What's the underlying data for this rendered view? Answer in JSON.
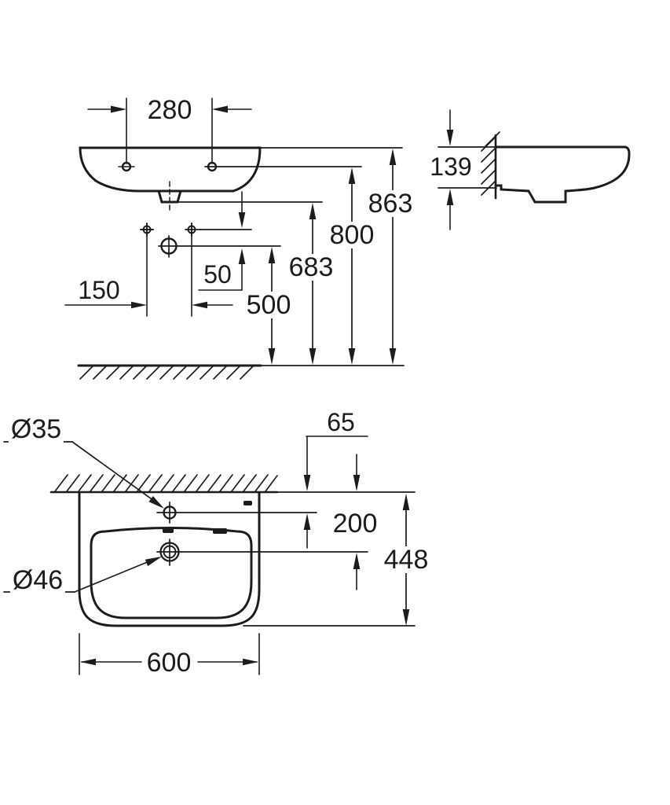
{
  "drawing_title": "wall-hung washbasin dimension drawing",
  "colors": {
    "line": "#1c1c1c",
    "background": "#ffffff"
  },
  "front_view": {
    "dim_tap_hole_spacing": "280",
    "dim_height_rim": "863",
    "dim_height_tap_holes": "800",
    "dim_height_underside": "683",
    "dim_height_trap": "500",
    "dim_fixing_spacing": "150",
    "dim_offset_supply_trap": "50"
  },
  "side_view": {
    "dim_wall_depth": "139"
  },
  "plan_view": {
    "dia_tap_hole": "Ø35",
    "dia_drain_hole": "Ø46",
    "dim_tap_from_wall": "65",
    "dim_drain_from_wall": "200",
    "dim_total_depth": "448",
    "dim_total_width": "600"
  }
}
